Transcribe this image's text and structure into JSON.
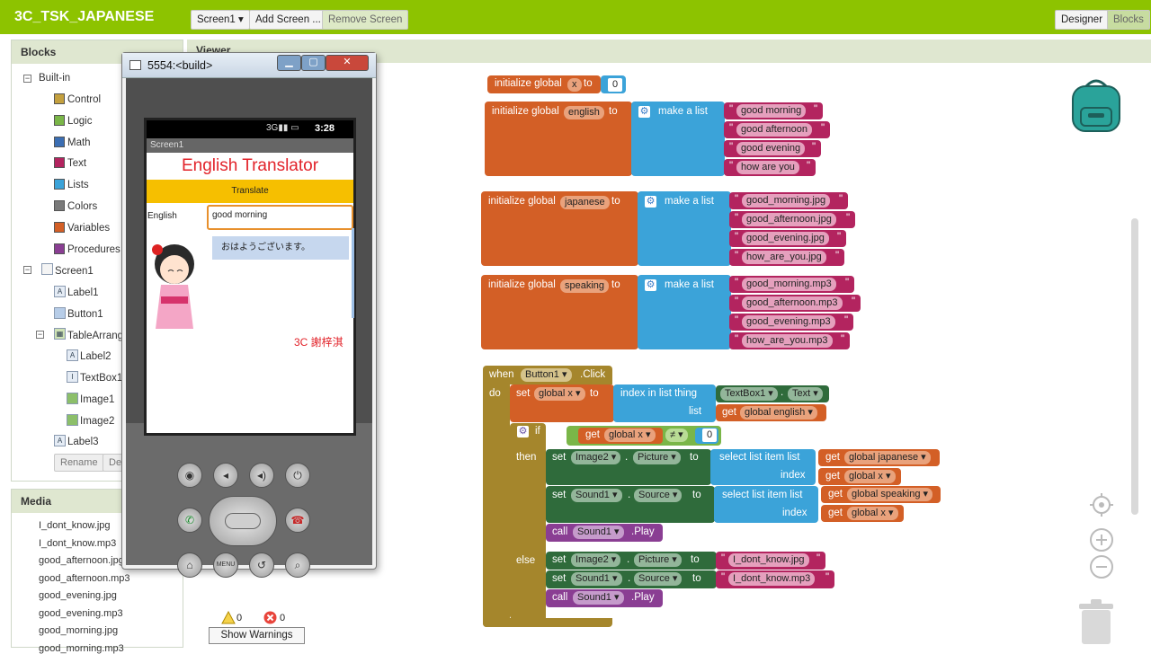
{
  "app": {
    "title": "3C_TSK_JAPANESE"
  },
  "toolbar": {
    "screen_select": "Screen1 ▾",
    "add_screen": "Add Screen ...",
    "remove_screen": "Remove Screen",
    "designer": "Designer",
    "blocks": "Blocks"
  },
  "blocks_panel": {
    "title": "Blocks",
    "builtin": "Built-in",
    "categories": [
      {
        "label": "Control",
        "color": "#c4a03e"
      },
      {
        "label": "Logic",
        "color": "#7ab648"
      },
      {
        "label": "Math",
        "color": "#3b6eb3"
      },
      {
        "label": "Text",
        "color": "#b3245f"
      },
      {
        "label": "Lists",
        "color": "#3ba3d9"
      },
      {
        "label": "Colors",
        "color": "#7a7a7a"
      },
      {
        "label": "Variables",
        "color": "#d35f26"
      },
      {
        "label": "Procedures",
        "color": "#8a3e93"
      }
    ],
    "screen": "Screen1",
    "components": [
      "Label1",
      "Button1",
      "TableArrange",
      "Label2",
      "TextBox1",
      "Image1",
      "Image2",
      "Label3"
    ],
    "rename": "Rename",
    "delete": "De"
  },
  "media_panel": {
    "title": "Media",
    "files": [
      "I_dont_know.jpg",
      "I_dont_know.mp3",
      "good_afternoon.jpg",
      "good_afternoon.mp3",
      "good_evening.jpg",
      "good_evening.mp3",
      "good_morning.jpg",
      "good_morning.mp3"
    ]
  },
  "viewer": {
    "title": "Viewer"
  },
  "warnings": {
    "warn_count": "0",
    "error_count": "0",
    "show": "Show Warnings"
  },
  "emulator": {
    "title": "5554:<build>",
    "time": "3:28",
    "screen_title": "Screen1",
    "app_title": "English Translator",
    "translate": "Translate",
    "english_label": "English",
    "textbox": "good morning",
    "japanese": "おはようございます。",
    "author": "3C 謝梓淇"
  },
  "workspace": {
    "init": "initialize global",
    "to": "to",
    "make_list": "make a list",
    "x": {
      "name": "x",
      "value": "0"
    },
    "english": {
      "name": "english",
      "items": [
        "good morning",
        "good afternoon",
        "good evening",
        "how are you"
      ]
    },
    "japanese": {
      "name": "japanese",
      "items": [
        "good_morning.jpg",
        "good_afternoon.jpg",
        "good_evening.jpg",
        "how_are_you.jpg"
      ]
    },
    "speaking": {
      "name": "speaking",
      "items": [
        "good_morning.mp3",
        "good_afternoon.mp3",
        "good_evening.mp3",
        "how_are_you.mp3"
      ]
    },
    "event": {
      "when": "when",
      "comp": "Button1 ▾",
      "click": ".Click",
      "do": "do",
      "set": "set",
      "global_x": "global x ▾",
      "index_in_list": "index in list thing",
      "textbox": "TextBox1 ▾",
      "text": "Text ▾",
      "list": "list",
      "get": "get",
      "global_english": "global english ▾",
      "if": "if",
      "ne": "≠ ▾",
      "zero": "0",
      "then": "then",
      "else": "else",
      "image2": "Image2 ▾",
      "picture": "Picture ▾",
      "sound1": "Sound1 ▾",
      "source": "Source ▾",
      "select_item": "select list item list",
      "index": "index",
      "global_japanese": "global japanese ▾",
      "global_speaking": "global speaking ▾",
      "call": "call",
      "play": ".Play",
      "dont_jpg": "I_dont_know.jpg",
      "dont_mp3": "I_dont_know.mp3",
      "dot": "."
    }
  }
}
